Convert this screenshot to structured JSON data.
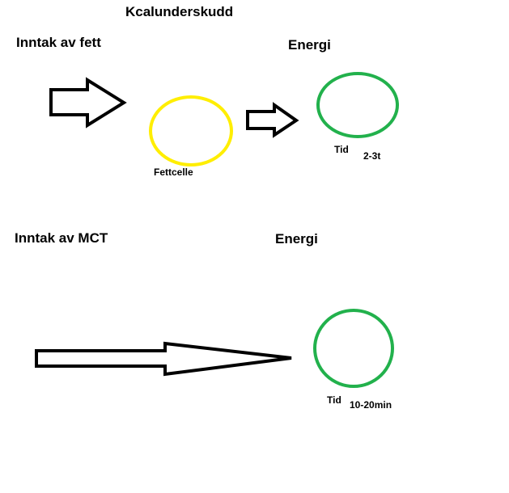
{
  "title": "Kcalunderskudd",
  "top_row": {
    "intake_label": "Inntak av fett",
    "cell_label": "Fettcelle",
    "energy_label": "Energi",
    "time_label": "Tid",
    "time_value": "2-3t"
  },
  "bottom_row": {
    "intake_label": "Inntak av MCT",
    "energy_label": "Energi",
    "time_label": "Tid",
    "time_value": "10-20min"
  },
  "colors": {
    "fat_cell": "#ffee00",
    "energy": "#22b14c",
    "arrow": "#000000"
  }
}
